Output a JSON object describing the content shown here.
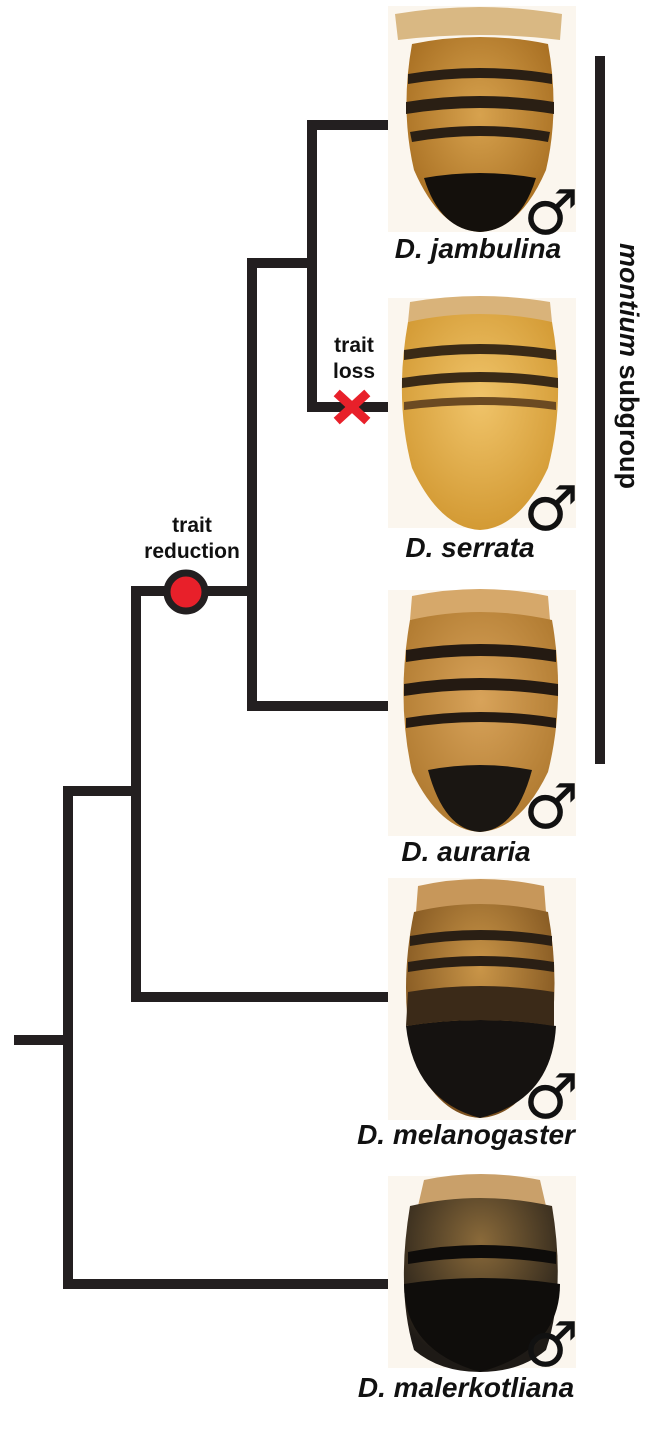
{
  "figure": {
    "colors": {
      "branch": "#231f20",
      "reduction_marker_fill": "#e8202a",
      "loss_marker": "#e8202a"
    },
    "annotations": {
      "trait_reduction": [
        "trait",
        "reduction"
      ],
      "trait_loss": [
        "trait",
        "loss"
      ]
    },
    "clade_label": {
      "group_italic": "montium",
      "group_rest": " subgroup"
    },
    "sex_symbol": "♂",
    "species": [
      {
        "name": "D. jambulina",
        "pigmentation": "dark banded, black tip"
      },
      {
        "name": "D. serrata",
        "pigmentation": "pale, reduced banding"
      },
      {
        "name": "D. auraria",
        "pigmentation": "banded, dark tip"
      },
      {
        "name": "D. melanogaster",
        "pigmentation": "black posterior segments"
      },
      {
        "name": "D. malerkotliana",
        "pigmentation": "mostly black"
      }
    ]
  }
}
